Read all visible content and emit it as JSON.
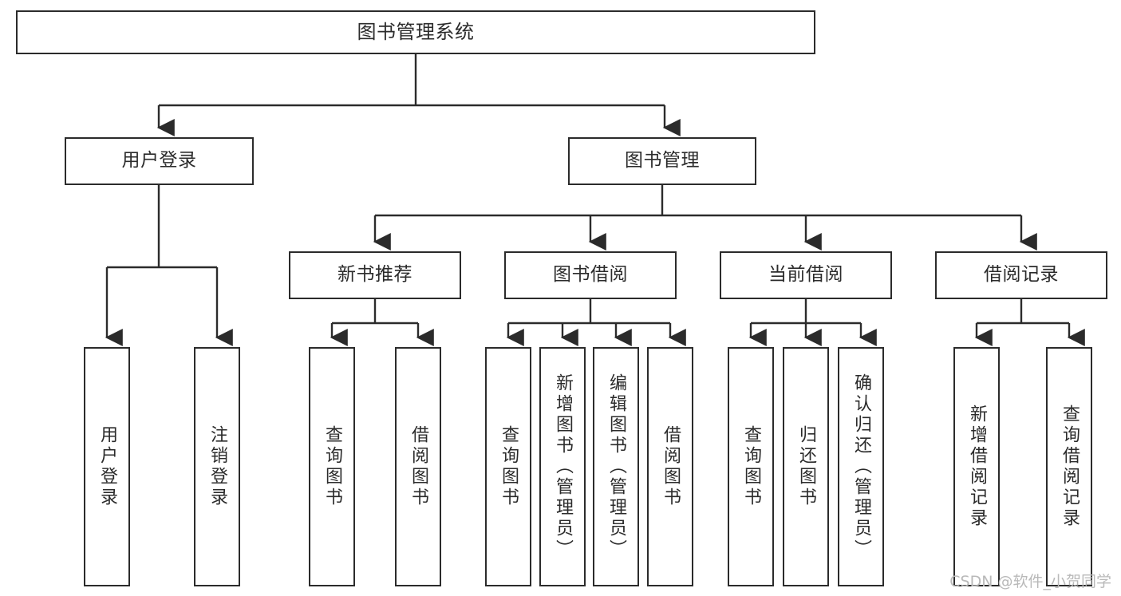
{
  "diagram": {
    "title": "图书管理系统",
    "type": "tree-hierarchy-diagram",
    "watermark": "CSDN @软件_小贺同学",
    "colors": {
      "stroke": "#2b2b2b",
      "fill": "#ffffff",
      "text": "#2b2b2b",
      "watermark": "#b9b9b9",
      "background": "#ffffff"
    },
    "nodes": {
      "root": {
        "label": "图书管理系统"
      },
      "level2": [
        {
          "id": "user-login",
          "label": "用户登录"
        },
        {
          "id": "book-manage",
          "label": "图书管理"
        }
      ],
      "level3": [
        {
          "id": "new-book-recommend",
          "label": "新书推荐"
        },
        {
          "id": "book-borrow",
          "label": "图书借阅"
        },
        {
          "id": "current-borrow",
          "label": "当前借阅"
        },
        {
          "id": "borrow-record",
          "label": "借阅记录"
        }
      ],
      "leaves": {
        "user-login": [
          {
            "id": "leaf-user-login",
            "label": "用户登录"
          },
          {
            "id": "leaf-logout",
            "label": "注销登录"
          }
        ],
        "new-book-recommend": [
          {
            "id": "leaf-query-book-1",
            "label": "查询图书"
          },
          {
            "id": "leaf-borrow-book-1",
            "label": "借阅图书"
          }
        ],
        "book-borrow": [
          {
            "id": "leaf-query-book-2",
            "label": "查询图书"
          },
          {
            "id": "leaf-add-book",
            "label": "新增图书（管理员）"
          },
          {
            "id": "leaf-edit-book",
            "label": "编辑图书（管理员）"
          },
          {
            "id": "leaf-borrow-book-2",
            "label": "借阅图书"
          }
        ],
        "current-borrow": [
          {
            "id": "leaf-query-book-3",
            "label": "查询图书"
          },
          {
            "id": "leaf-return-book",
            "label": "归还图书"
          },
          {
            "id": "leaf-confirm-return",
            "label": "确认归还（管理员）"
          }
        ],
        "borrow-record": [
          {
            "id": "leaf-add-record",
            "label": "新增借阅记录"
          },
          {
            "id": "leaf-query-record",
            "label": "查询借阅记录"
          }
        ]
      }
    }
  }
}
